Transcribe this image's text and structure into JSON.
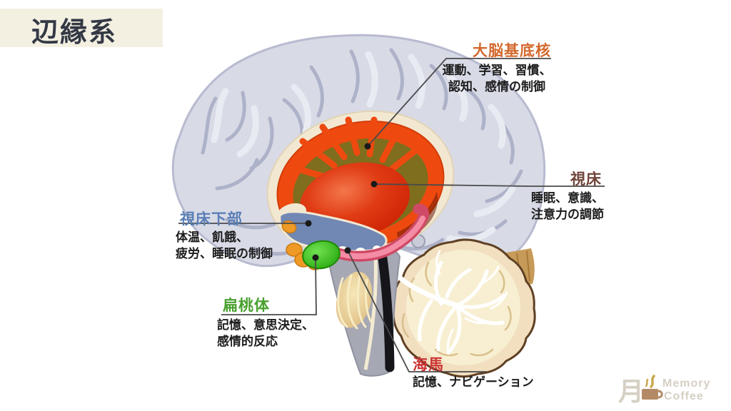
{
  "slide": {
    "title": "辺縁系",
    "title_box_color": "#f3f0e2",
    "title_text_color": "#333844",
    "background_color": "#ffffff"
  },
  "labels": {
    "basal": {
      "name": "大脳基底核",
      "color": "#d4692e",
      "desc1": "運動、学習、習慣、",
      "desc2": "認知、感情の制御"
    },
    "thalamus": {
      "name": "視床",
      "color": "#70443a",
      "desc1": "睡眠、意識、",
      "desc2": "注意力の調節"
    },
    "hypothalamus": {
      "name": "視床下部",
      "color": "#5b7fb5",
      "desc1": "体温、飢餓、",
      "desc2": "疲労、睡眠の制御"
    },
    "amygdala": {
      "name": "扁桃体",
      "color": "#48a02e",
      "desc1": "記憶、意思決定、",
      "desc2": "感情的反応"
    },
    "hippocampus": {
      "name": "海馬",
      "color": "#cc3333",
      "desc1": "記憶、ナビゲーション"
    }
  },
  "diagram_colors": {
    "cortex": "#d8dae6",
    "basal_ganglia_ring": "#ee4a10",
    "inner_capsule": "#7e6e1e",
    "thalamus_body": "#d62508",
    "hypothalamus_area": "#7187b4",
    "pituitary_mammillary": "#f09a26",
    "amygdala_body": "#2db414",
    "hippocampus_body": "#f58ca6",
    "cerebellum": "#f1dfc0",
    "brainstem": "#a6a8b4"
  },
  "logo": {
    "radical": "月",
    "line1": "Memory",
    "line2": "Coffee",
    "text_color": "#d6d0c4",
    "cup_color": "#b48a66",
    "steam_color": "#c9a94e"
  }
}
